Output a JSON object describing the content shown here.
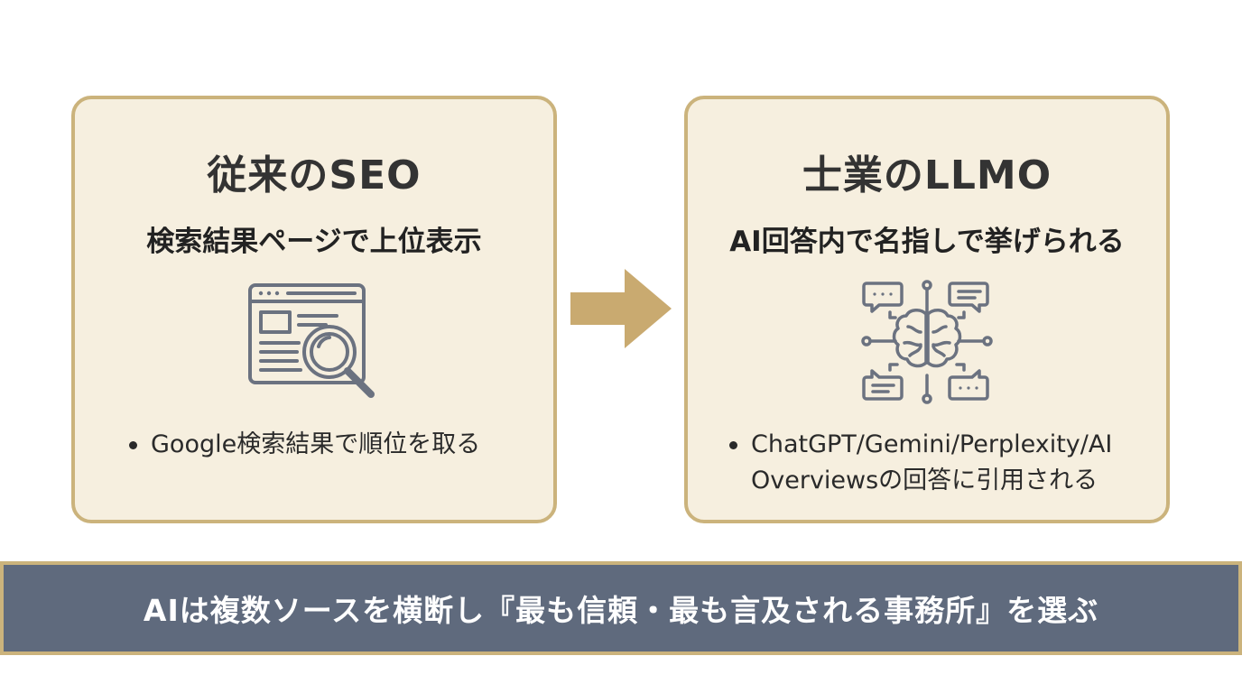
{
  "left_card": {
    "title": "従来のSEO",
    "subtitle": "検索結果ページで上位表示",
    "icon": "browser-search-icon",
    "bullets": [
      "Google検索結果で順位を取る"
    ]
  },
  "right_card": {
    "title": "士業のLLMO",
    "subtitle": "AI回答内で名指しで挙げられる",
    "icon": "ai-brain-network-icon",
    "bullets": [
      "ChatGPT/Gemini/Perplexity/AI Overviewsの回答に引用される"
    ]
  },
  "connector": {
    "icon": "right-arrow-icon"
  },
  "banner": {
    "text": "AIは複数ソースを横断し『最も信頼・最も言及される事務所』を選ぶ"
  },
  "colors": {
    "card_bg": "#f6efdf",
    "card_border": "#cbb37c",
    "arrow": "#c9aa70",
    "banner_bg": "#5f6a7d",
    "icon_stroke": "#6b7280"
  }
}
